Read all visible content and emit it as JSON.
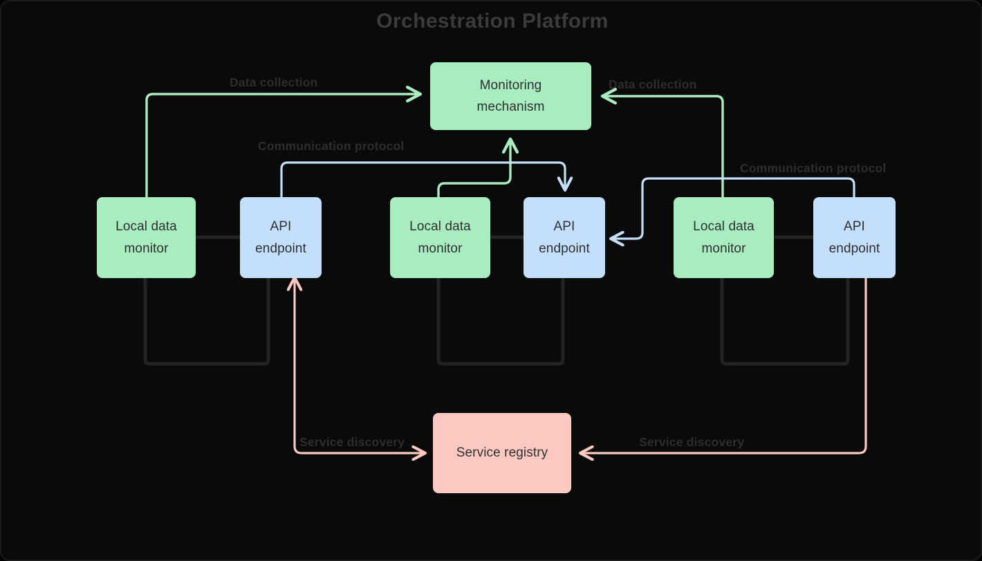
{
  "title": "Orchestration Platform",
  "colors": {
    "background": "#0a0a0a",
    "border": "#1c1c1c",
    "green_fill": "#a9ecc0",
    "blue_fill": "#c3dffb",
    "pink_fill": "#fbc9c2",
    "node_text": "#2e3033",
    "label_text": "#2c2d2f",
    "title_text": "#3a3b3d",
    "dark_link": "#232323"
  },
  "nodes": {
    "monitoring": {
      "label": "Monitoring\nmechanism",
      "fill": "green_fill"
    },
    "registry": {
      "label": "Service registry",
      "fill": "pink_fill"
    },
    "cluster1_monitor": {
      "label": "Local data\nmonitor",
      "fill": "green_fill"
    },
    "cluster1_api": {
      "label": "API\nendpoint",
      "fill": "blue_fill"
    },
    "cluster2_monitor": {
      "label": "Local data\nmonitor",
      "fill": "green_fill"
    },
    "cluster2_api": {
      "label": "API\nendpoint",
      "fill": "blue_fill"
    },
    "cluster3_monitor": {
      "label": "Local data\nmonitor",
      "fill": "green_fill"
    },
    "cluster3_api": {
      "label": "API\nendpoint",
      "fill": "blue_fill"
    }
  },
  "edge_labels": {
    "data_collection_left": "Data collection",
    "data_collection_right": "Data collection",
    "comm_protocol_left": "Communication protocol",
    "comm_protocol_right": "Communication protocol",
    "service_discovery_left": "Service discovery",
    "service_discovery_right": "Service discovery"
  },
  "chart_data": {
    "type": "diagram",
    "title": "Orchestration Platform",
    "node_list": [
      "Monitoring mechanism",
      "Local data monitor",
      "API endpoint",
      "Local data monitor",
      "API endpoint",
      "Local data monitor",
      "API endpoint",
      "Service registry"
    ],
    "edges": [
      {
        "from": "Local data monitor (1)",
        "to": "Monitoring mechanism",
        "label": "Data collection",
        "color": "#a9ecc0"
      },
      {
        "from": "Local data monitor (3)",
        "to": "Monitoring mechanism",
        "label": "Data collection",
        "color": "#a9ecc0"
      },
      {
        "from": "Local data monitor (2)",
        "to": "Monitoring mechanism",
        "label": "",
        "color": "#a9ecc0"
      },
      {
        "from": "API endpoint (1)",
        "to": "API endpoint (2)",
        "label": "Communication protocol",
        "color": "#c3dffb"
      },
      {
        "from": "API endpoint (3)",
        "to": "API endpoint (2)",
        "label": "Communication protocol",
        "color": "#c3dffb"
      },
      {
        "from": "API endpoint (1)",
        "to": "Service registry",
        "label": "Service discovery",
        "color": "#fbc9c2"
      },
      {
        "from": "API endpoint (3)",
        "to": "Service registry",
        "label": "Service discovery",
        "color": "#fbc9c2"
      },
      {
        "from": "Local data monitor (1)",
        "to": "API endpoint (1)",
        "label": "",
        "color": "#232323"
      },
      {
        "from": "Local data monitor (2)",
        "to": "API endpoint (2)",
        "label": "",
        "color": "#232323"
      },
      {
        "from": "Local data monitor (3)",
        "to": "API endpoint (3)",
        "label": "",
        "color": "#232323"
      }
    ]
  }
}
